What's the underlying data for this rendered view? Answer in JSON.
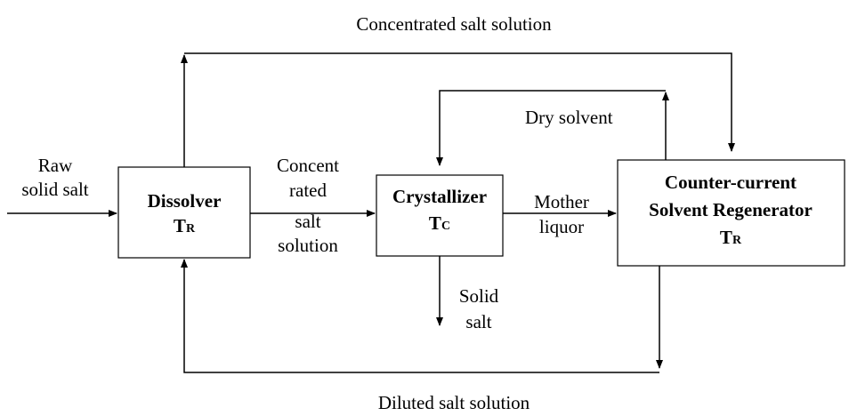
{
  "blocks": {
    "dissolver": {
      "name": "Dissolver",
      "temp_main": "T",
      "temp_sub": "R"
    },
    "crystallizer": {
      "name": "Crystallizer",
      "temp_main": "T",
      "temp_sub": "C"
    },
    "regenerator": {
      "line1": "Counter-current",
      "line2": "Solvent Regenerator",
      "temp_main": "T",
      "temp_sub": "R"
    }
  },
  "streams": {
    "raw_feed": {
      "line1": "Raw",
      "line2": "solid salt"
    },
    "concentrated_mid": {
      "line1": "Concent",
      "line2": "rated",
      "line3": "salt",
      "line4": "solution"
    },
    "mother_liquor": {
      "line1": "Mother",
      "line2": "liquor"
    },
    "dry_solvent": "Dry solvent",
    "solid_salt": {
      "line1": "Solid",
      "line2": "salt"
    },
    "concentrated_top": "Concentrated salt solution",
    "diluted_bottom": "Diluted salt solution"
  }
}
